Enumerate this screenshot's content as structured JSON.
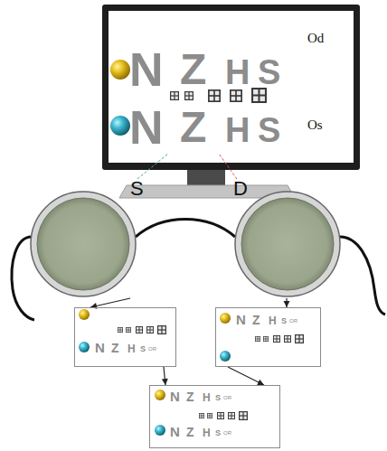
{
  "diagram": {
    "nodes": [
      {
        "text": [
          "N",
          "Z",
          "H",
          "S",
          "Od",
          "N",
          "Z",
          "H",
          "S",
          "Os"
        ]
      },
      {
        "text": [
          "S"
        ]
      },
      {
        "text": [
          "D"
        ]
      },
      {
        "text": [
          "N",
          "Z",
          "H",
          "S",
          "OR"
        ]
      },
      {
        "text": [
          "N",
          "Z",
          "H",
          "S",
          "OR"
        ]
      },
      {
        "text": [
          "N",
          "Z",
          "H",
          "S",
          "OR",
          "N",
          "Z",
          "H",
          "S",
          "OR"
        ]
      }
    ],
    "edges": [
      {
        "from": 1,
        "to": 3,
        "arrow": "to"
      },
      {
        "from": 2,
        "to": 4,
        "arrow": "to"
      },
      {
        "from": 3,
        "to": 5,
        "arrow": "to"
      },
      {
        "from": 4,
        "to": 5,
        "arrow": "to"
      }
    ]
  }
}
